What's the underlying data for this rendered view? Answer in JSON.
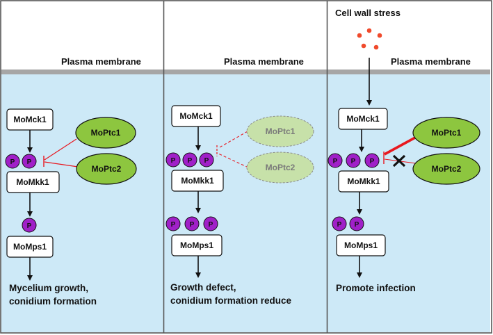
{
  "stress_label": "Cell wall stress",
  "panels": [
    {
      "membrane": "Plasma membrane",
      "mck1": "MoMck1",
      "mkk1": "MoMkk1",
      "mps1": "MoMps1",
      "ptc1": "MoPtc1",
      "ptc2": "MoPtc2",
      "outcome_line1": "Mycelium growth,",
      "outcome_line2": "conidium  formation"
    },
    {
      "membrane": "Plasma membrane",
      "mck1": "MoMck1",
      "mkk1": "MoMkk1",
      "mps1": "MoMps1",
      "ptc1": "MoPtc1",
      "ptc2": "MoPtc2",
      "outcome_line1": "Growth defect,",
      "outcome_line2": "conidium formation reduce"
    },
    {
      "membrane": "Plasma membrane",
      "mck1": "MoMck1",
      "mkk1": "MoMkk1",
      "mps1": "MoMps1",
      "ptc1": "MoPtc1",
      "ptc2": "MoPtc2",
      "outcome_line1": "Promote infection",
      "outcome_line2": ""
    }
  ],
  "phospho_label": "P",
  "colors": {
    "cytoplasm": "#cde9f7",
    "membrane": "#a6a6a6",
    "phosphatase": "#8dc63f",
    "phosphatase_faded": "#c7e1a9",
    "phospho": "#a020c8",
    "inhibit": "#e8181f",
    "stress_dot": "#f04a2c"
  },
  "icons": {
    "block": "x-mark-icon",
    "stress": "stress-dots-icon"
  }
}
